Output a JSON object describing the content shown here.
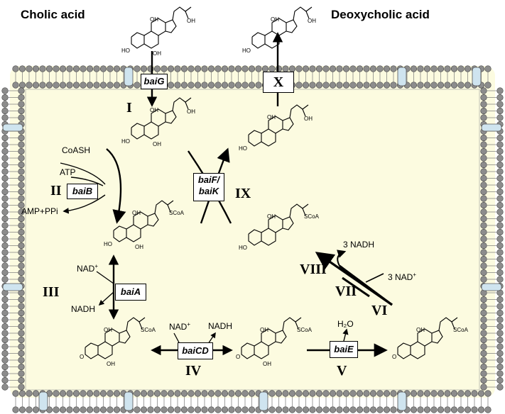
{
  "top": {
    "cholic_acid": "Cholic acid",
    "deoxycholic_acid": "Deoxycholic acid"
  },
  "genes": {
    "baiG": "baiG",
    "baiB": "baiB",
    "baiA": "baiA",
    "baiCD": "baiCD",
    "baiE": "baiE",
    "baiF": "baiF/",
    "baiK": "baiK",
    "X": "X"
  },
  "steps": [
    "I",
    "II",
    "III",
    "IV",
    "V",
    "VI",
    "VII",
    "VIII",
    "IX"
  ],
  "cofactors": {
    "coash": "CoASH",
    "atp": "ATP",
    "amp_ppi": "AMP+PPi",
    "nad_a": "NAD",
    "nadh_a": "NADH",
    "nad_cd": "NAD",
    "nadh_cd": "NADH",
    "h2o": "H₂O",
    "three_nadh": "3 NADH",
    "three_nad": "3 NAD",
    "plus": "+"
  },
  "chem": {
    "oh": "OH",
    "ho": "HO",
    "o": "O",
    "scoa": "SCoA"
  },
  "colors": {
    "cell_fill": "#fcfbe0",
    "lipid_head": "#8c8c8c",
    "channel": "#cfe4ef"
  }
}
